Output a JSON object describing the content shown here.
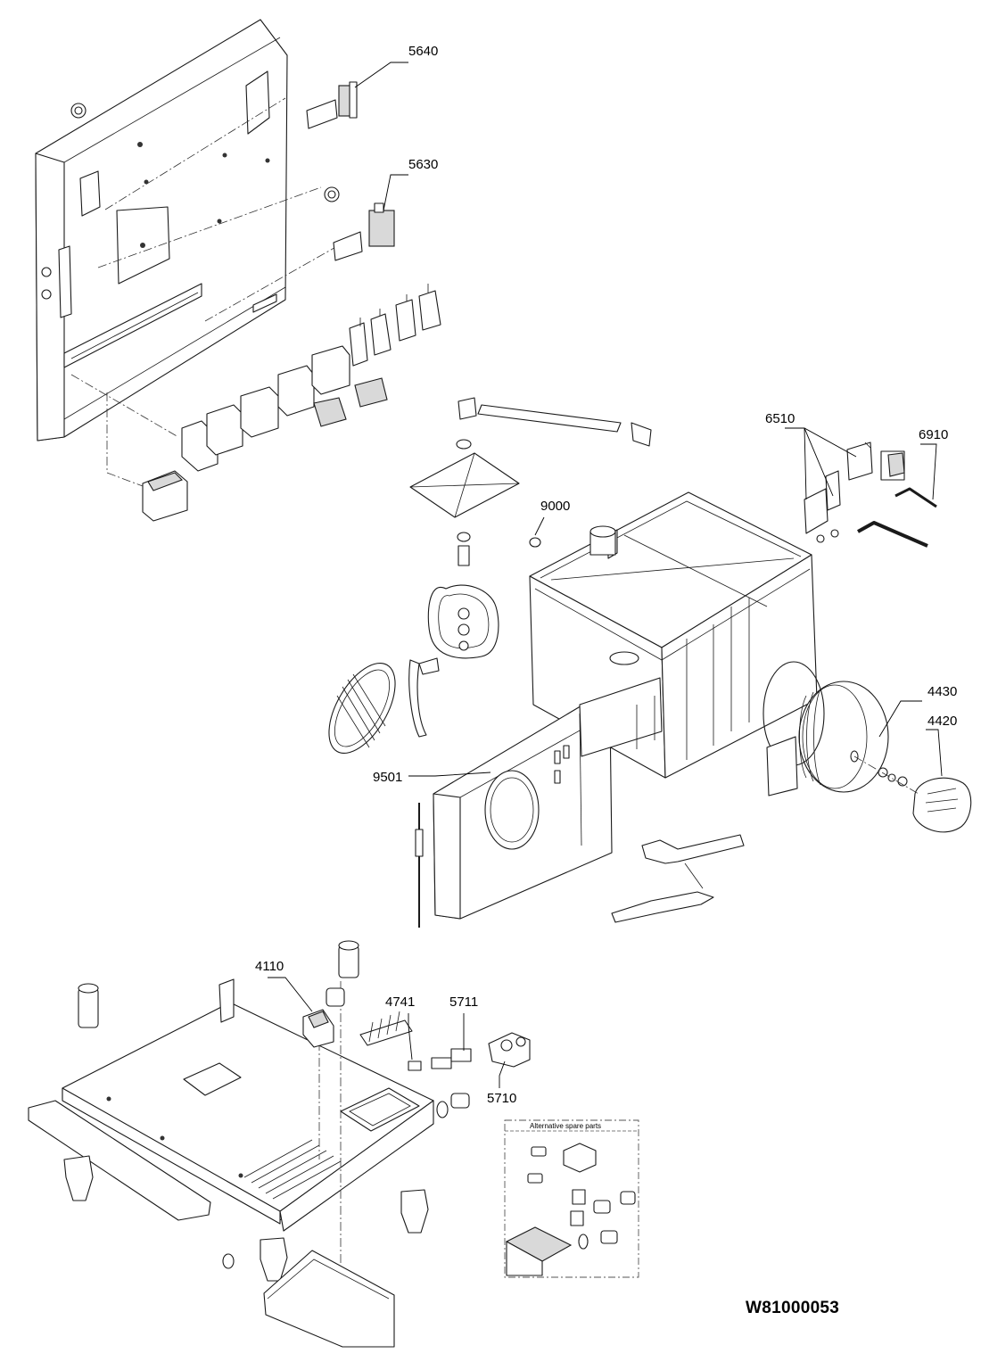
{
  "drawing_id": "W81000053",
  "alternative_box_title": "Alternative spare parts",
  "callouts": {
    "c5640": "5640",
    "c5630": "5630",
    "c6510": "6510",
    "c6910": "6910",
    "c9000": "9000",
    "c4430": "4430",
    "c4420": "4420",
    "c9501": "9501",
    "c4110": "4110",
    "c4741": "4741",
    "c5711": "5711",
    "c5710": "5710"
  }
}
